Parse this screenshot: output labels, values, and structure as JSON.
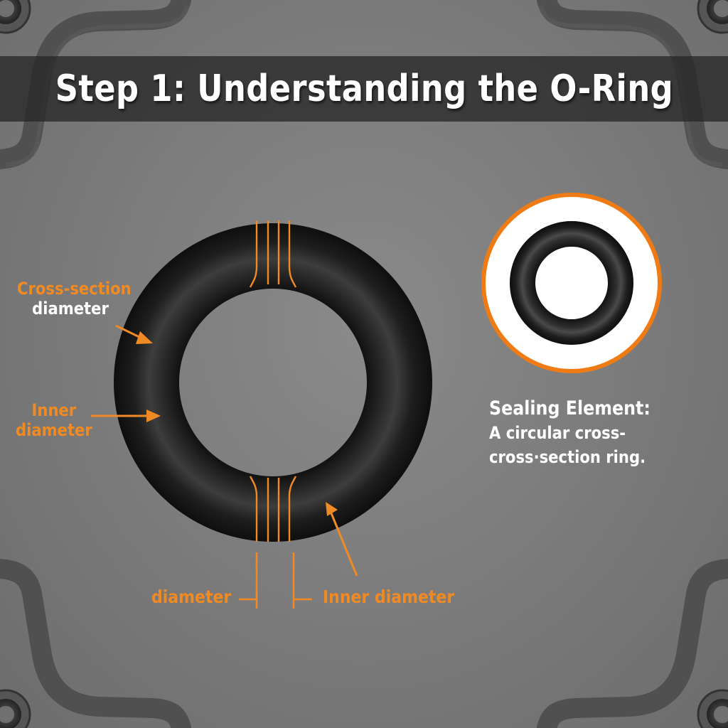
{
  "title": "Step 1: Understanding the O-Ring",
  "colors": {
    "accent_orange": "#f08a24",
    "ring_black": "#1a1a1a",
    "background_gray": "#7c7c7c",
    "title_band": "#2d2d2d",
    "text_white": "#ffffff"
  },
  "main_diagram": {
    "labels": {
      "cross_section_line1": "Cross-section",
      "cross_section_line2": "diameter",
      "inner_line1": "Inner",
      "inner_line2": "diameter",
      "bottom_left": "diameter",
      "bottom_right": "Inner diameter"
    }
  },
  "side_panel": {
    "icon": "o-ring-icon",
    "heading": "Sealing Element:",
    "body_line1": "A circular cross-",
    "body_line2": "cross·section ring."
  },
  "decor": {
    "corner_icons": [
      "bolt-icon",
      "bolt-icon",
      "bolt-icon",
      "bolt-icon"
    ]
  }
}
